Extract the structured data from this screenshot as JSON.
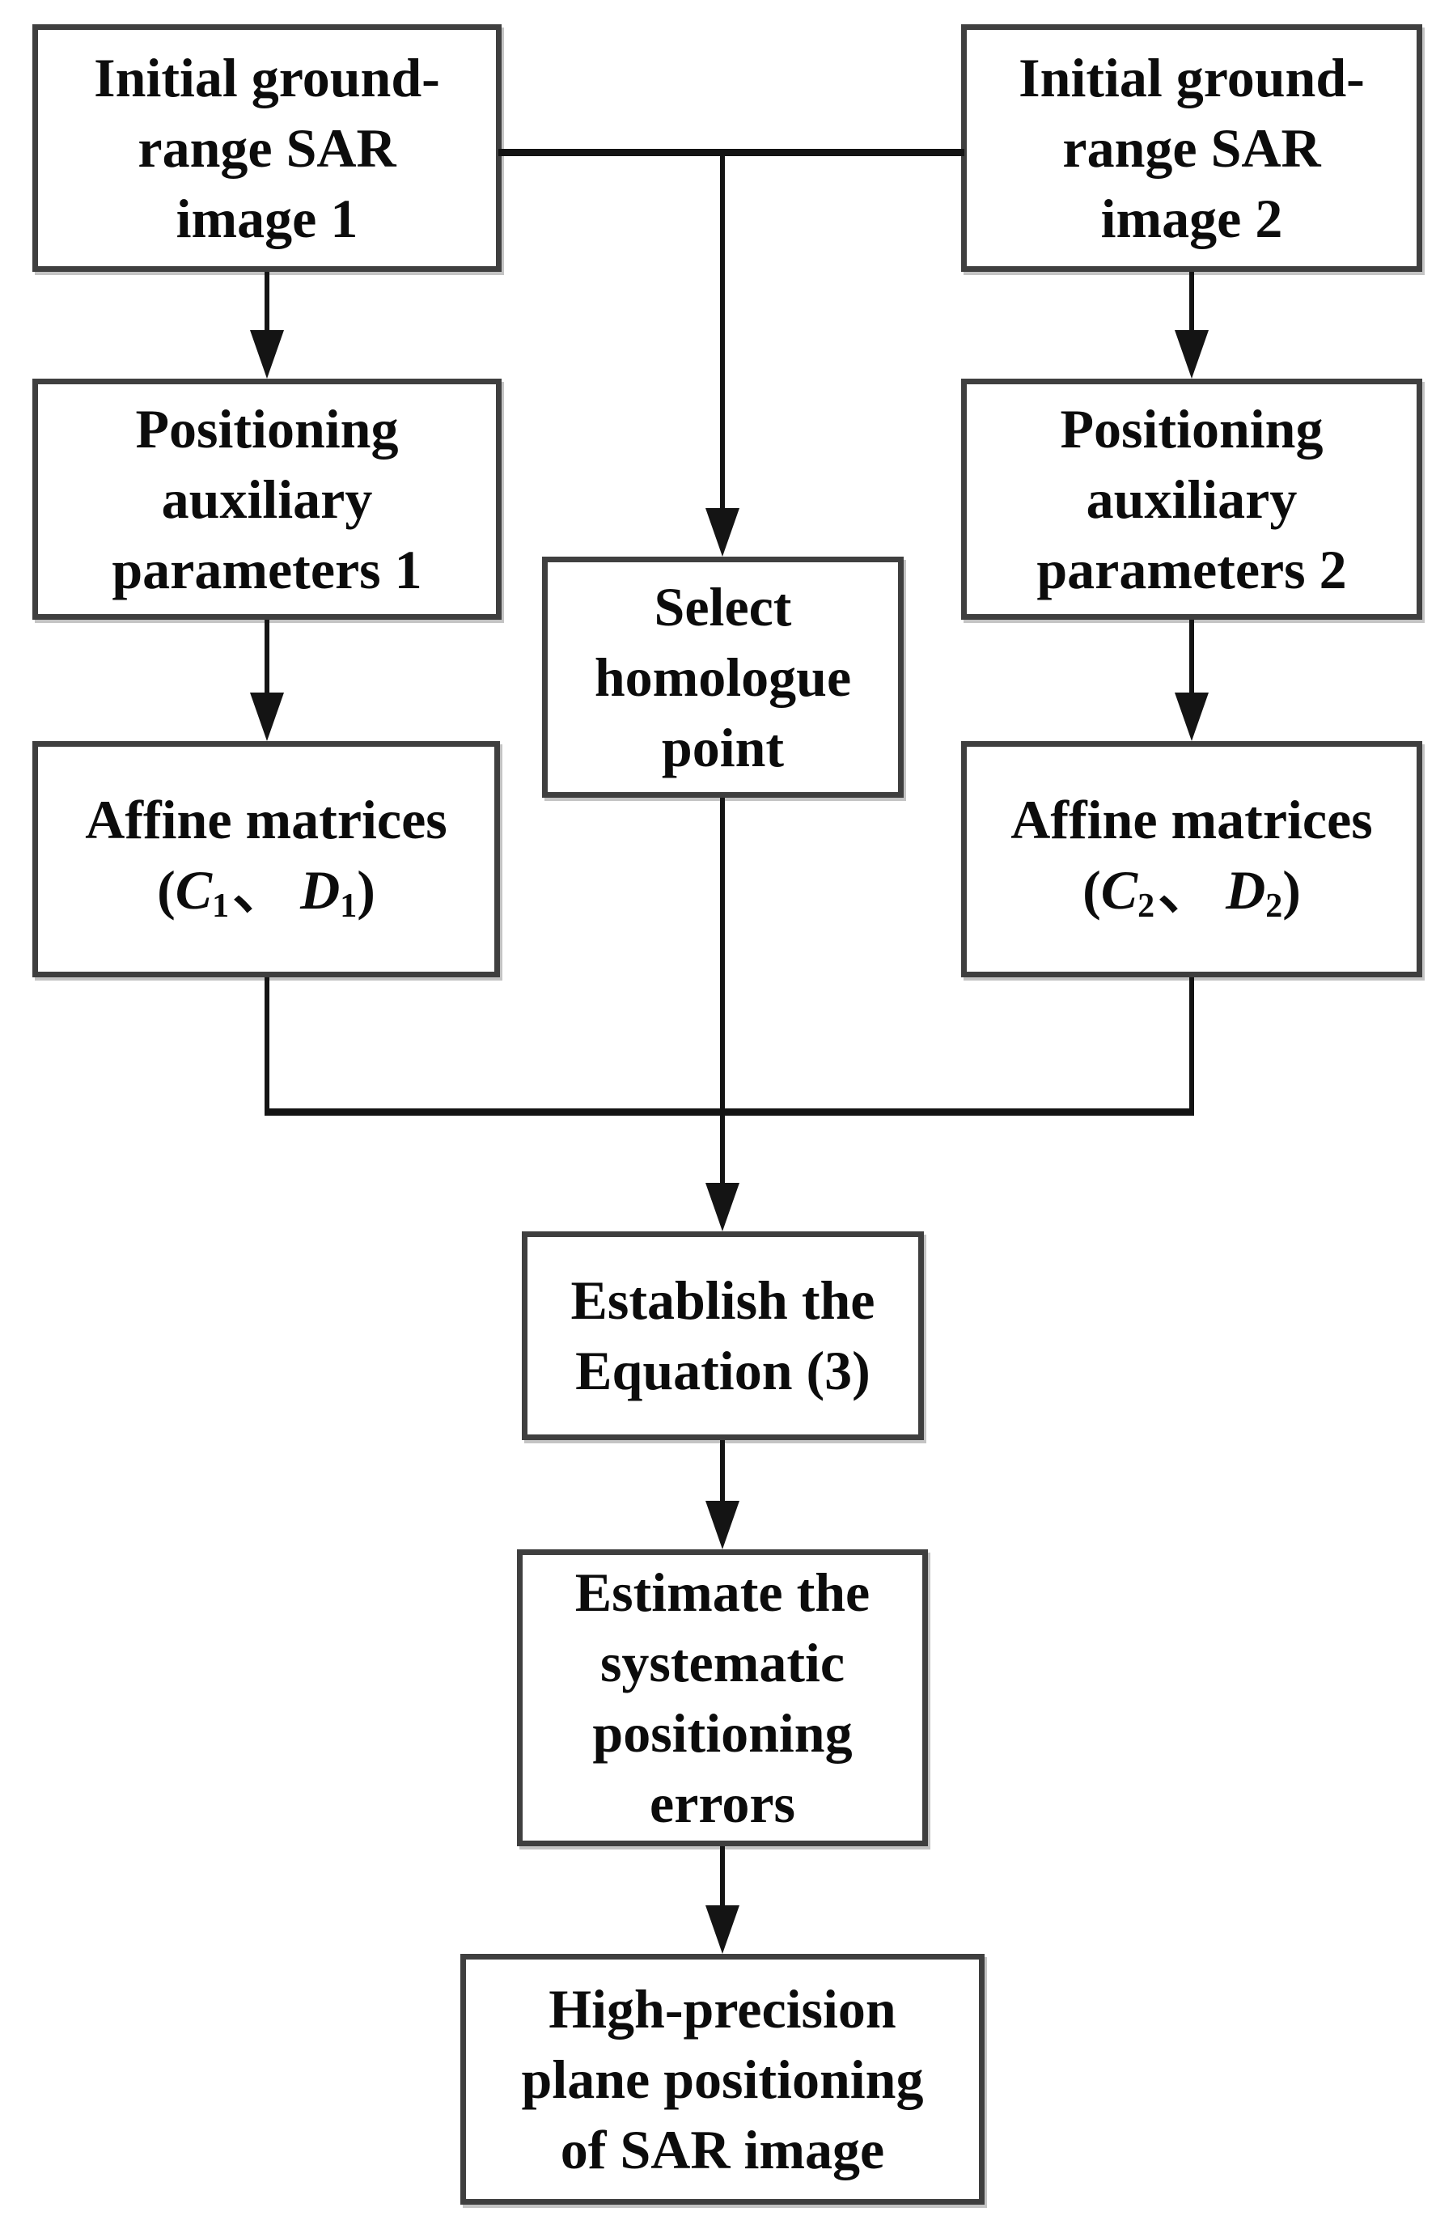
{
  "colors": {
    "border": "#3f3f3f",
    "line": "#141414",
    "text": "#0c0c0c",
    "background": "#ffffff"
  },
  "boxes": {
    "sar1": {
      "lines": [
        "Initial ground-",
        "range SAR",
        "image 1"
      ]
    },
    "sar2": {
      "lines": [
        "Initial ground-",
        "range SAR",
        "image 2"
      ]
    },
    "params1": {
      "lines": [
        "Positioning",
        "auxiliary",
        "parameters 1"
      ]
    },
    "params2": {
      "lines": [
        "Positioning",
        "auxiliary",
        "parameters 2"
      ]
    },
    "select": {
      "lines": [
        "Select",
        "homologue",
        "point"
      ]
    },
    "affine1": {
      "title": "Affine matrices",
      "math": {
        "open": "(",
        "var_1": "C",
        "sub_1": "1",
        "separator": "、",
        "var_2": "D",
        "sub_2": "1",
        "close": ")"
      }
    },
    "affine2": {
      "title": "Affine matrices",
      "math": {
        "open": "(",
        "var_1": "C",
        "sub_1": "2",
        "separator": "、",
        "var_2": "D",
        "sub_2": "2",
        "close": ")"
      }
    },
    "establish": {
      "lines": [
        "Establish the",
        "Equation (3)"
      ]
    },
    "estimate": {
      "lines": [
        "Estimate the",
        "systematic",
        "positioning",
        "errors"
      ]
    },
    "result": {
      "lines": [
        "High-precision",
        "plane positioning",
        "of SAR image"
      ]
    }
  },
  "connections": [
    {
      "from": "initial-sar-image-1",
      "to": "positioning-auxiliary-parameters-1"
    },
    {
      "from": "initial-sar-image-2",
      "to": "positioning-auxiliary-parameters-2"
    },
    {
      "from": "initial-sar-image-1 + initial-sar-image-2",
      "to": "select-homologue-point"
    },
    {
      "from": "positioning-auxiliary-parameters-1",
      "to": "affine-matrices-1"
    },
    {
      "from": "positioning-auxiliary-parameters-2",
      "to": "affine-matrices-2"
    },
    {
      "from": "affine-matrices-1 + affine-matrices-2 + select-homologue-point",
      "to": "establish-equation-3"
    },
    {
      "from": "establish-equation-3",
      "to": "estimate-systematic-positioning-errors"
    },
    {
      "from": "estimate-systematic-positioning-errors",
      "to": "high-precision-plane-positioning"
    }
  ]
}
